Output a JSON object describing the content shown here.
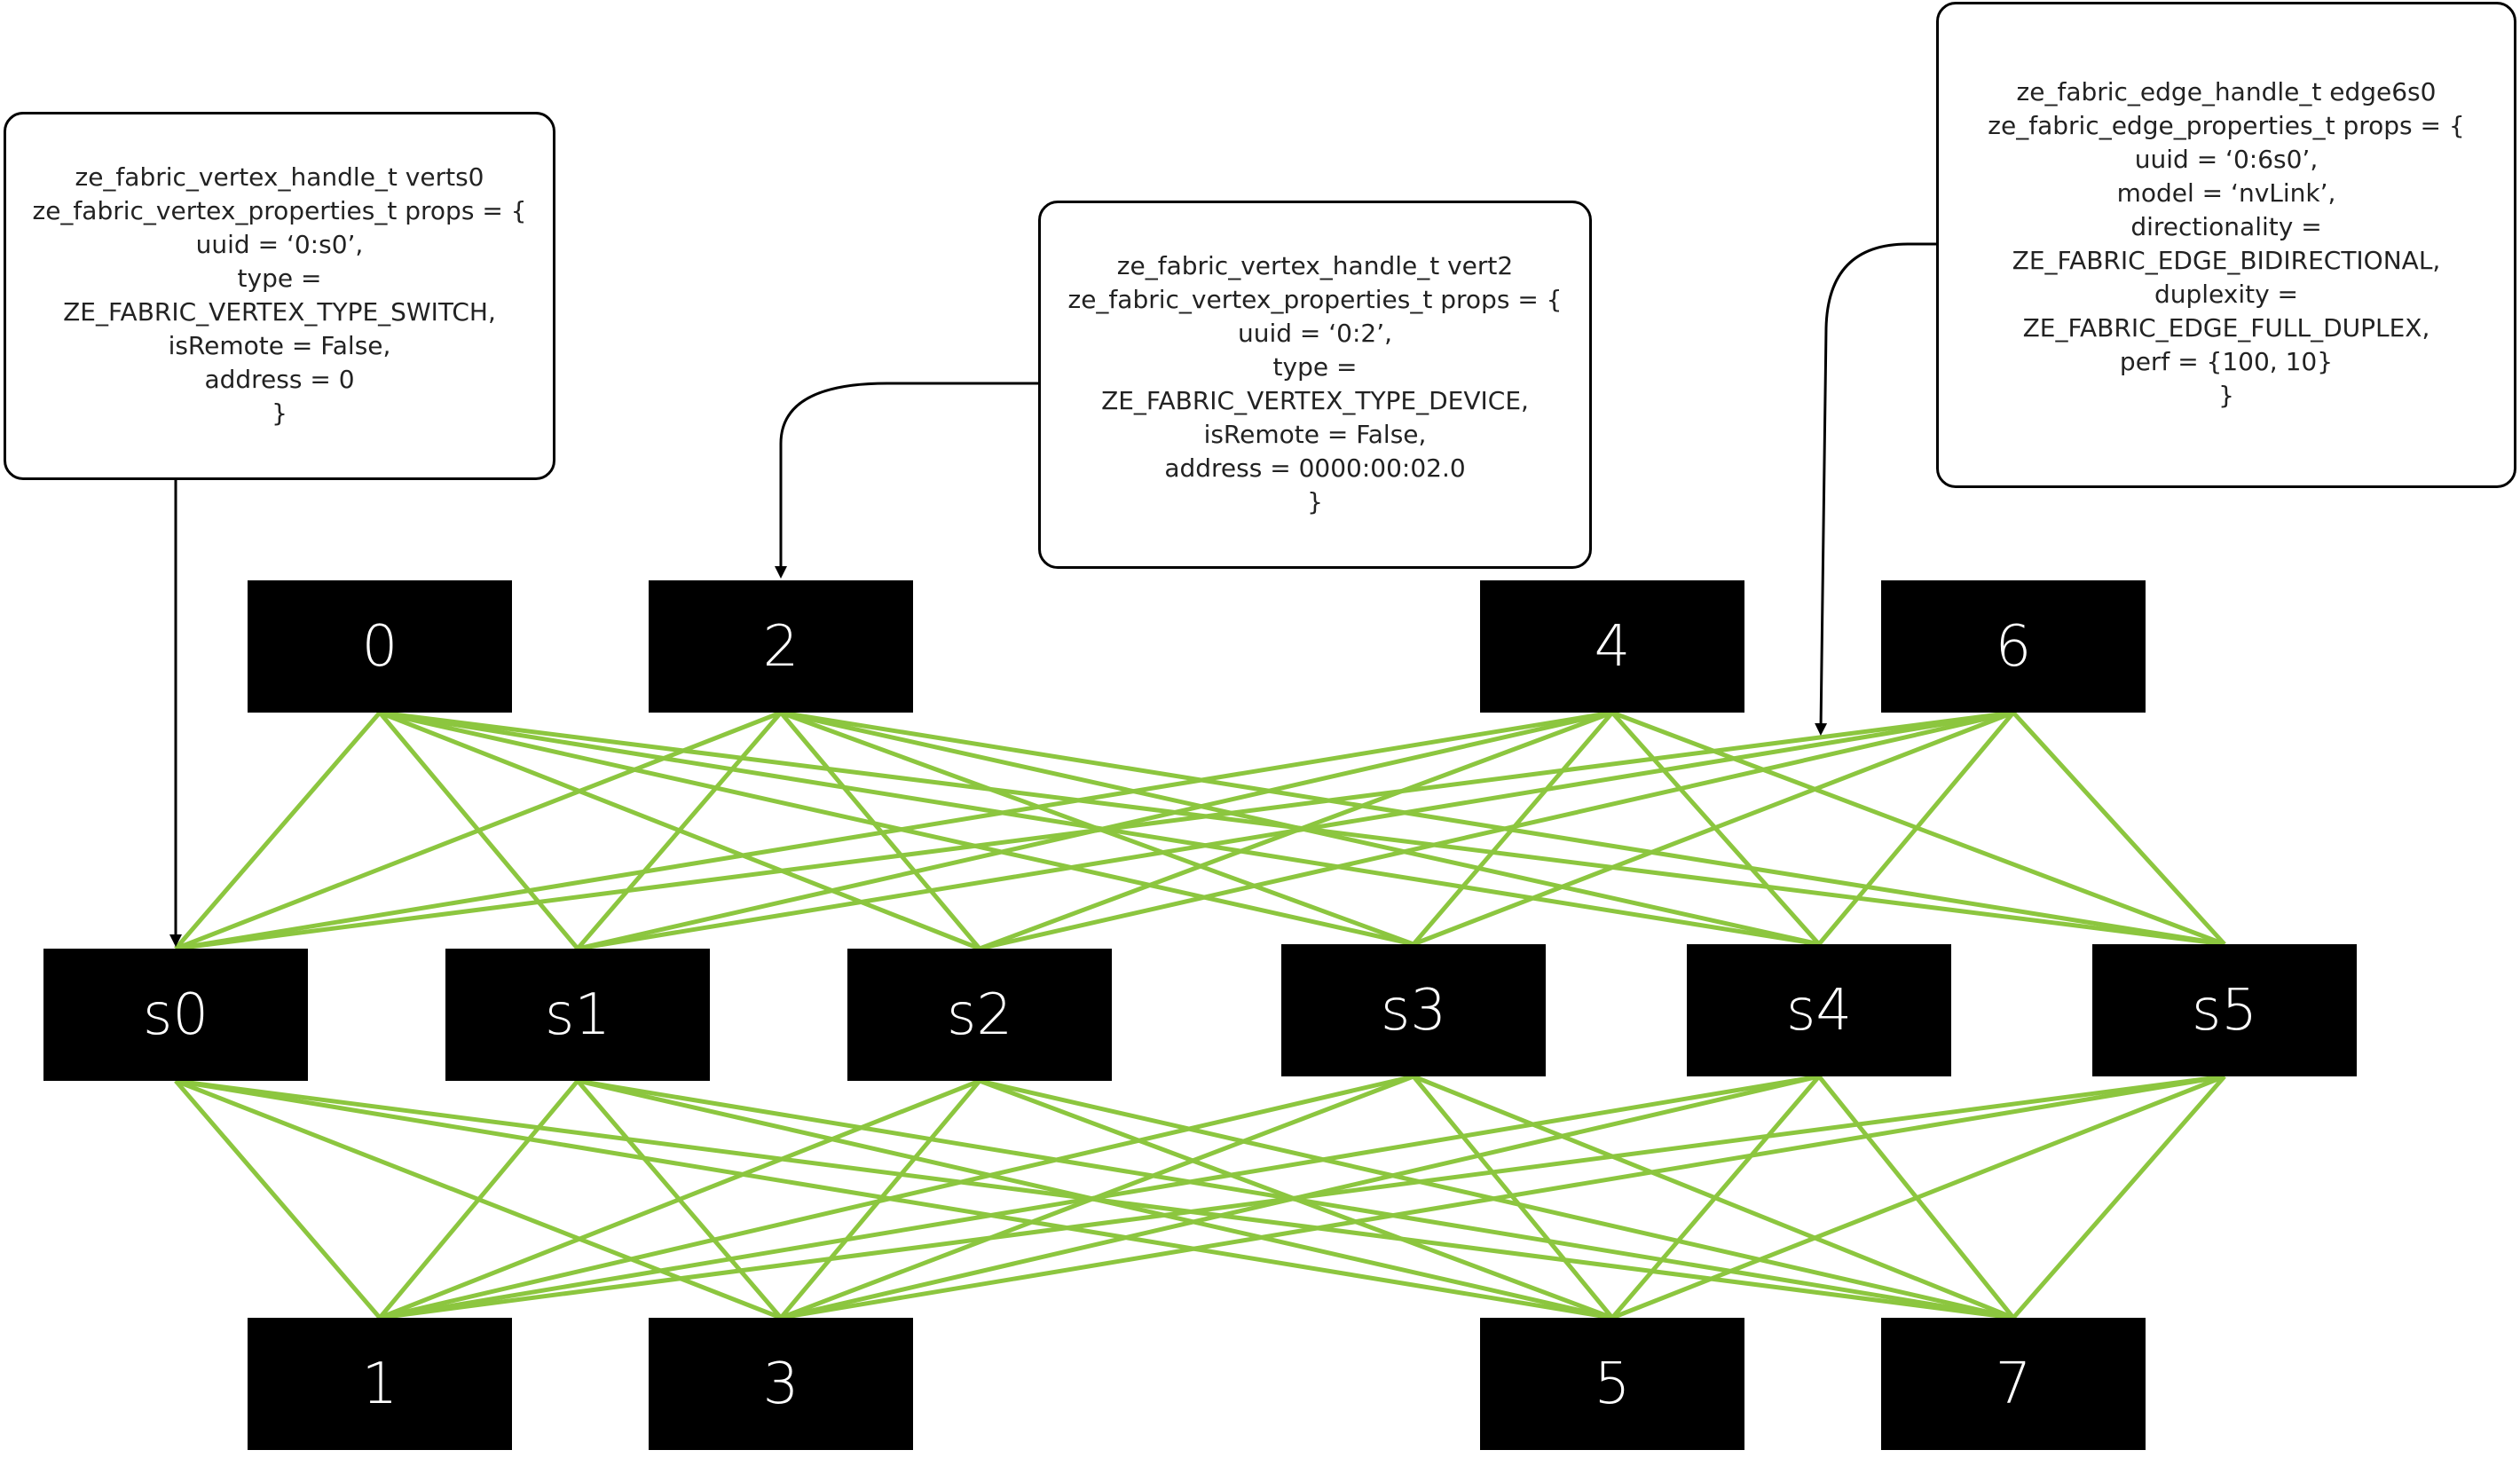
{
  "diagram": {
    "colors": {
      "edge": "#8cc63f",
      "node_fill": "#000000",
      "node_text": "#ffffff",
      "callout_border": "#000000"
    },
    "device_nodes_top": [
      {
        "id": "n0",
        "label": "0"
      },
      {
        "id": "n2",
        "label": "2"
      },
      {
        "id": "n4",
        "label": "4"
      },
      {
        "id": "n6",
        "label": "6"
      }
    ],
    "switch_nodes": [
      {
        "id": "s0",
        "label": "s0"
      },
      {
        "id": "s1",
        "label": "s1"
      },
      {
        "id": "s2",
        "label": "s2"
      },
      {
        "id": "s3",
        "label": "s3"
      },
      {
        "id": "s4",
        "label": "s4"
      },
      {
        "id": "s5",
        "label": "s5"
      }
    ],
    "device_nodes_bottom": [
      {
        "id": "n1",
        "label": "1"
      },
      {
        "id": "n3",
        "label": "3"
      },
      {
        "id": "n5",
        "label": "5"
      },
      {
        "id": "n7",
        "label": "7"
      }
    ],
    "connectivity": "every device node is linked to every switch node",
    "callouts": [
      {
        "id": "vertex-switch",
        "points_to": "s0",
        "lines": [
          "ze_fabric_vertex_handle_t verts0",
          "ze_fabric_vertex_properties_t props = {",
          "uuid = ‘0:s0’,",
          "type =",
          "ZE_FABRIC_VERTEX_TYPE_SWITCH,",
          "isRemote = False,",
          "address = 0",
          "}"
        ]
      },
      {
        "id": "vertex-device",
        "points_to": "2",
        "lines": [
          "ze_fabric_vertex_handle_t vert2",
          "ze_fabric_vertex_properties_t props = {",
          "uuid = ‘0:2’,",
          "type =",
          "ZE_FABRIC_VERTEX_TYPE_DEVICE,",
          "isRemote = False,",
          "address = 0000:00:02.0",
          "}"
        ]
      },
      {
        "id": "edge",
        "points_to": "edge 6-s0",
        "lines": [
          "ze_fabric_edge_handle_t edge6s0",
          "ze_fabric_edge_properties_t props = {",
          "uuid = ‘0:6s0’,",
          "model = ‘nvLink’,",
          "directionality =",
          "ZE_FABRIC_EDGE_BIDIRECTIONAL,",
          "duplexity =",
          "ZE_FABRIC_EDGE_FULL_DUPLEX,",
          "perf = {100, 10}",
          "}"
        ]
      }
    ]
  }
}
